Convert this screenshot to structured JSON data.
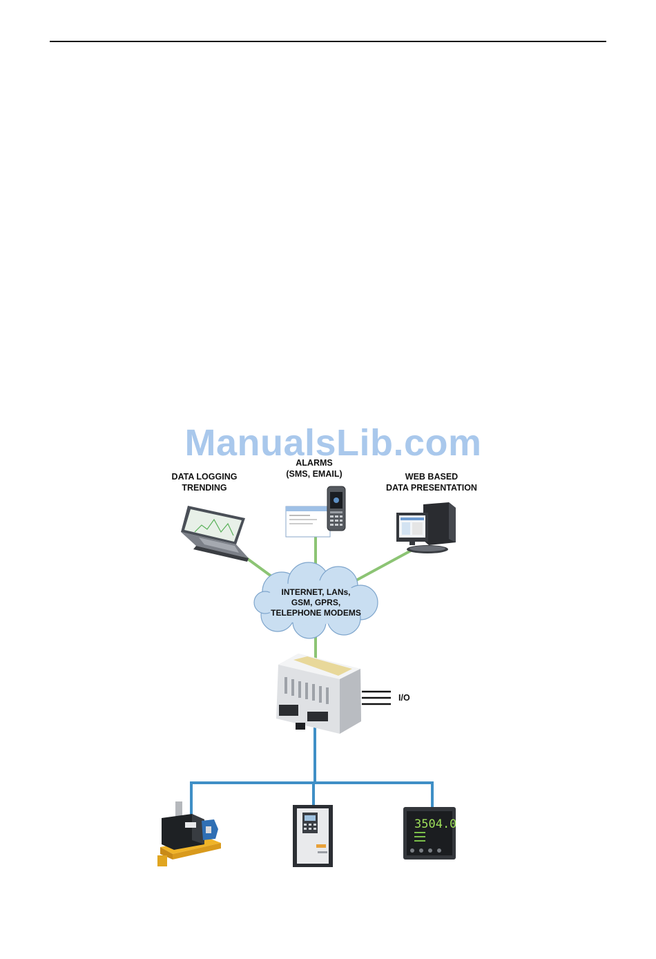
{
  "watermark": "ManualsLib.com",
  "labels": {
    "data_logging": [
      "DATA LOGGING",
      "TRENDING"
    ],
    "alarms": [
      "ALARMS",
      "(SMS, EMAIL)"
    ],
    "web_based": [
      "WEB BASED",
      "DATA PRESENTATION"
    ],
    "network": [
      "INTERNET, LANs,",
      "GSM, GPRS,",
      "TELEPHONE MODEMS"
    ],
    "io": "I/O"
  },
  "device_texts": {
    "controller_display": "3504.0"
  },
  "colors": {
    "upper_link": "#8cc474",
    "lower_bus": "#3f8fc6",
    "cloud_fill": "#c9def1",
    "cloud_stroke": "#7ea5cc",
    "watermark": "#a9c8ec"
  }
}
